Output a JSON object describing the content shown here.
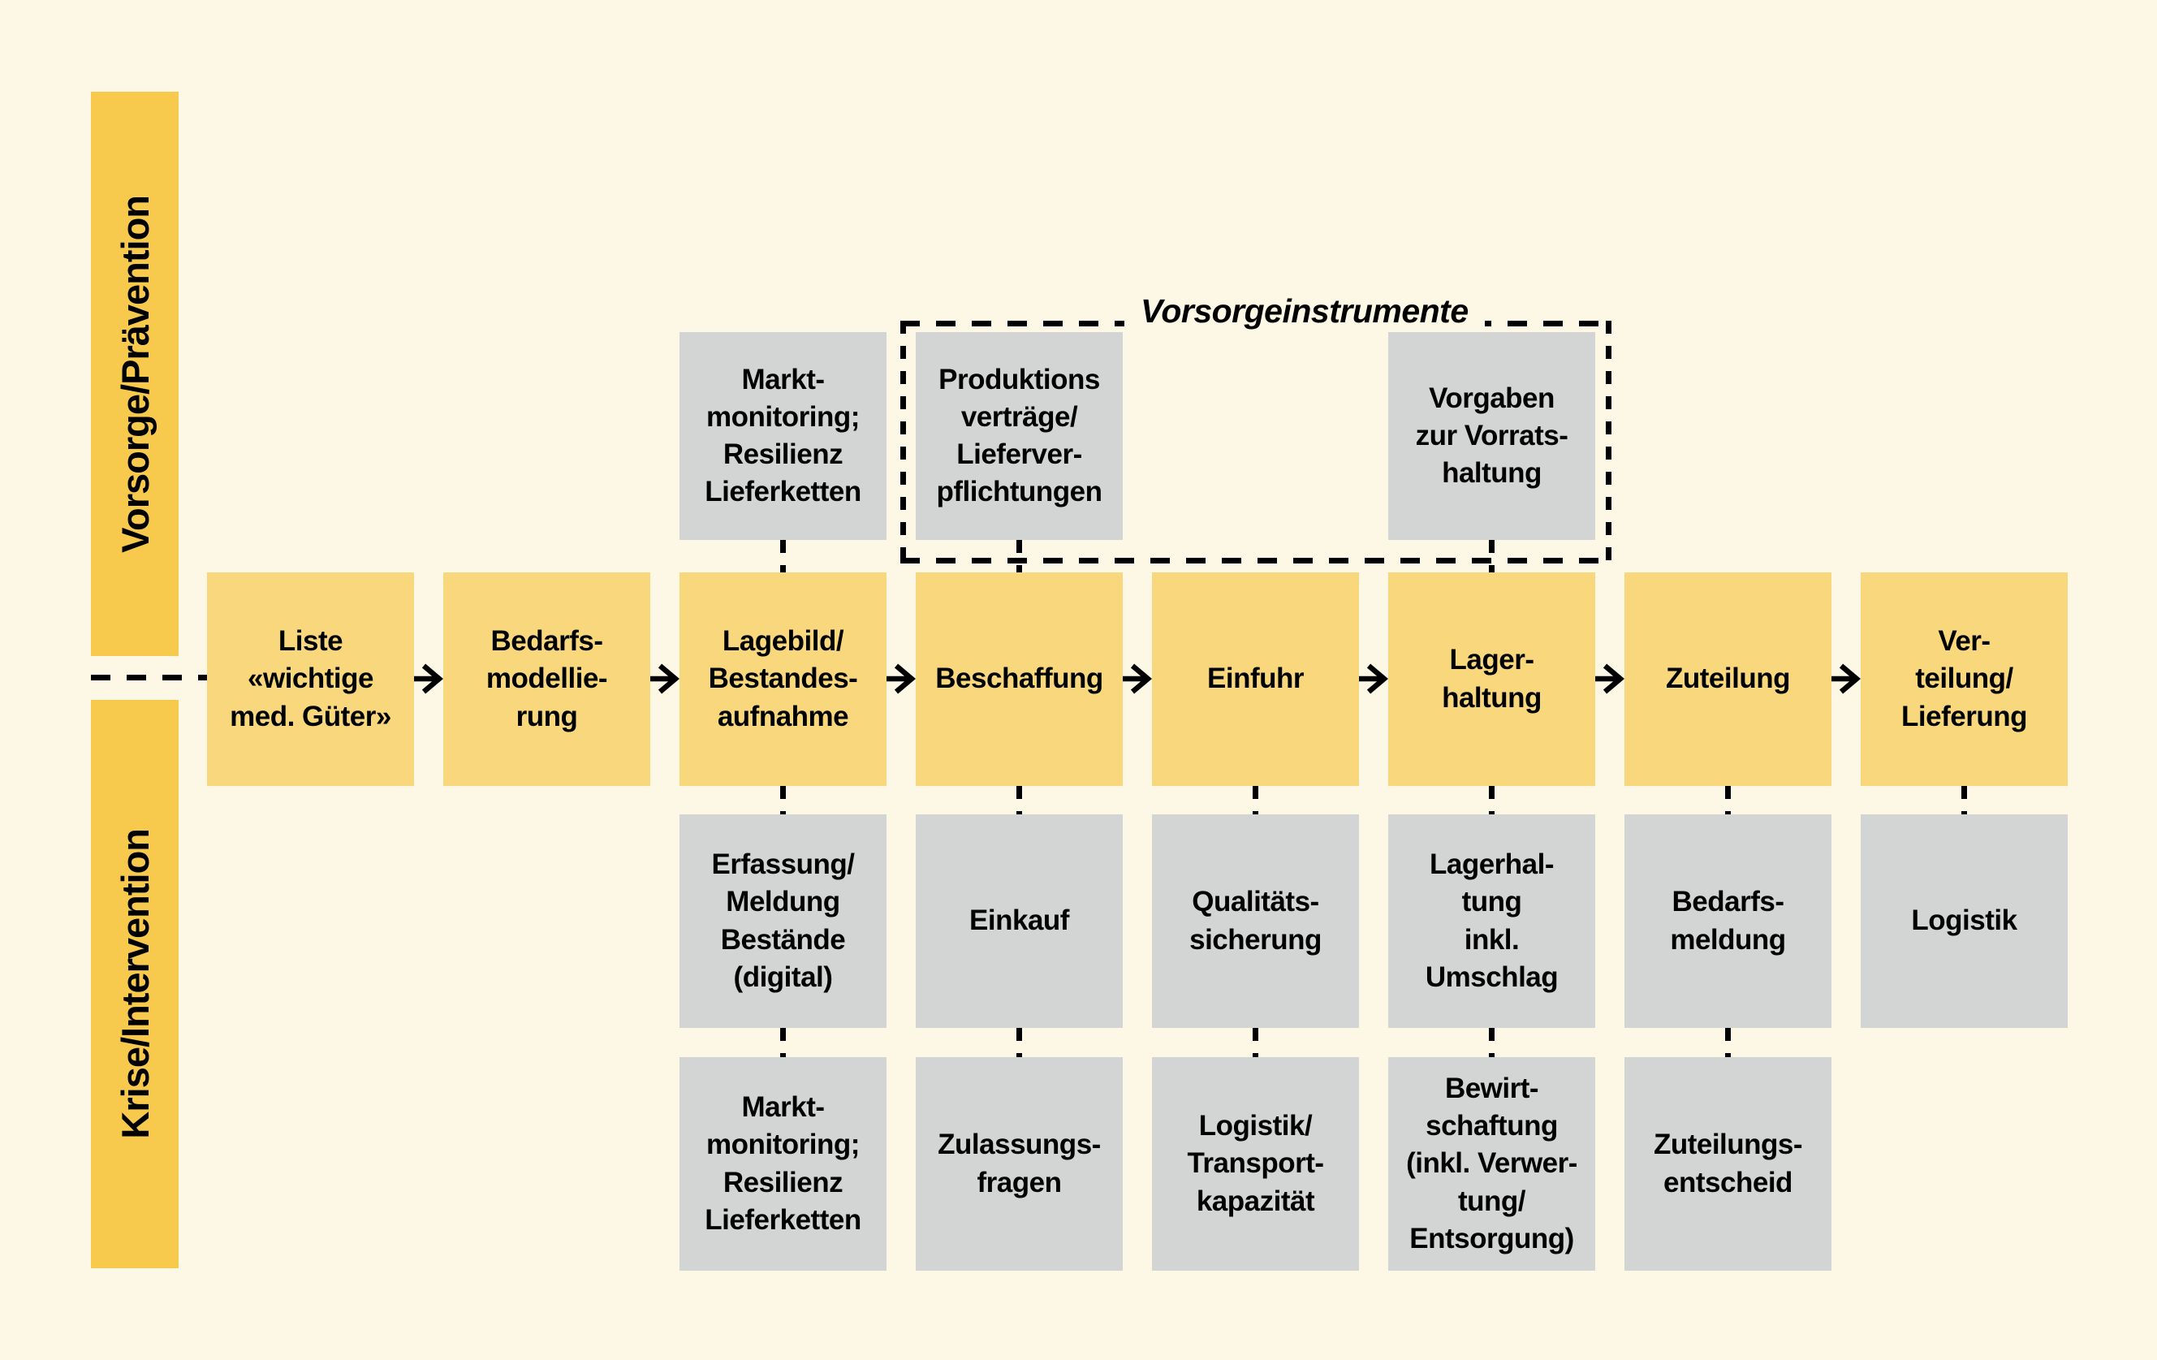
{
  "diagram": {
    "title_hidden": "",
    "palette": {
      "background": "#FCF8E5",
      "band_yellow": "#F7C94C",
      "process_yellow": "#F9D87D",
      "support_gray": "#D2D5D4",
      "line_black": "#000000"
    },
    "icons": {
      "flow_arrow": "→"
    },
    "bands": {
      "prevention": {
        "label": "Vorsorge/Prävention"
      },
      "crisis": {
        "label": "Krise/Intervention"
      }
    },
    "frame": {
      "label": "Vorsorgeinstrumente"
    },
    "process_row": [
      {
        "label": "Liste\n«wichtige\nmed. Güter»"
      },
      {
        "label": "Bedarfs-\nmodellie-\nrung"
      },
      {
        "label": "Lagebild/\nBestandes-\naufnahme"
      },
      {
        "label": "Beschaffung"
      },
      {
        "label": "Einfuhr"
      },
      {
        "label": "Lager-\nhaltung"
      },
      {
        "label": "Zuteilung"
      },
      {
        "label": "Ver-\nteilung/\nLieferung"
      }
    ],
    "prevention_row": [
      {
        "column": "Lagebild/Bestandesaufnahme",
        "label": "Markt-\nmonitoring;\nResilienz\nLieferketten"
      },
      {
        "column": "Beschaffung",
        "label": "Produktions\nverträge/\nLieferver-\npflichtungen"
      },
      {
        "column": "Lagerhaltung",
        "label": "Vorgaben\nzur Vorrats-\nhaltung"
      }
    ],
    "crisis_row_1": [
      {
        "column": "Lagebild/Bestandesaufnahme",
        "label": "Erfassung/\nMeldung\nBestände\n(digital)"
      },
      {
        "column": "Beschaffung",
        "label": "Einkauf"
      },
      {
        "column": "Einfuhr",
        "label": "Qualitäts-\nsicherung"
      },
      {
        "column": "Lagerhaltung",
        "label": "Lagerhal-\ntung\ninkl.\nUmschlag"
      },
      {
        "column": "Zuteilung",
        "label": "Bedarfs-\nmeldung"
      },
      {
        "column": "Verteilung/Lieferung",
        "label": "Logistik"
      }
    ],
    "crisis_row_2": [
      {
        "column": "Lagebild/Bestandesaufnahme",
        "label": "Markt-\nmonitoring;\nResilienz\nLieferketten"
      },
      {
        "column": "Beschaffung",
        "label": "Zulassungs-\nfragen"
      },
      {
        "column": "Einfuhr",
        "label": "Logistik/\nTransport-\nkapazität"
      },
      {
        "column": "Lagerhaltung",
        "label": "Bewirt-\nschaftung\n(inkl. Verwer-\ntung/\nEntsorgung)"
      },
      {
        "column": "Zuteilung",
        "label": "Zuteilungs-\nentscheid"
      }
    ]
  }
}
